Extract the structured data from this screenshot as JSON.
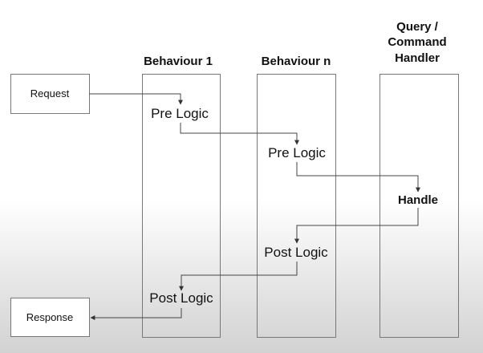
{
  "request": "Request",
  "response": "Response",
  "columns": {
    "behaviour_1": "Behaviour 1",
    "behaviour_n": "Behaviour n",
    "handler_title_lines": [
      "Query /",
      "Command",
      "Handler"
    ]
  },
  "steps": {
    "pre_logic_1": "Pre Logic",
    "pre_logic_n": "Pre Logic",
    "handle": "Handle",
    "post_logic_n": "Post Logic",
    "post_logic_1": "Post Logic"
  }
}
